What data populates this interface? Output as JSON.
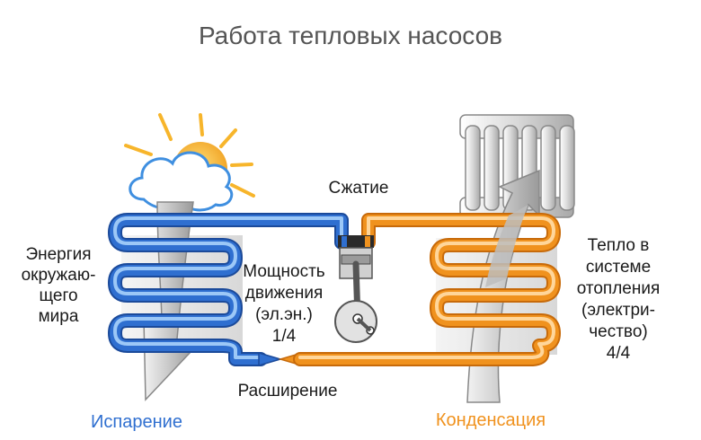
{
  "title": "Работа тепловых насосов",
  "labels": {
    "compression": "Сжатие",
    "expansion": "Расширение",
    "evaporation": "Испарение",
    "condensation": "Конденсация",
    "environment_energy": [
      "Энергия",
      "окружаю-",
      "щего",
      "мира"
    ],
    "drive_power": [
      "Мощность",
      "движения",
      "(эл.эн.)",
      "1/4"
    ],
    "heating_output": [
      "Тепло в",
      "системе",
      "отопления",
      "(электри-",
      "чество)",
      "4/4"
    ]
  },
  "colors": {
    "cold_pipe": "#2f6fd0",
    "hot_pipe": "#f0921e",
    "evaporation_text": "#2f6fd0",
    "condensation_text": "#f0921e",
    "sun": "#f7b52b",
    "air_flow": "#c8c8c8"
  },
  "icons": [
    "sun-icon",
    "cloud-icon",
    "radiator-icon",
    "compressor-icon",
    "expansion-valve-icon"
  ]
}
